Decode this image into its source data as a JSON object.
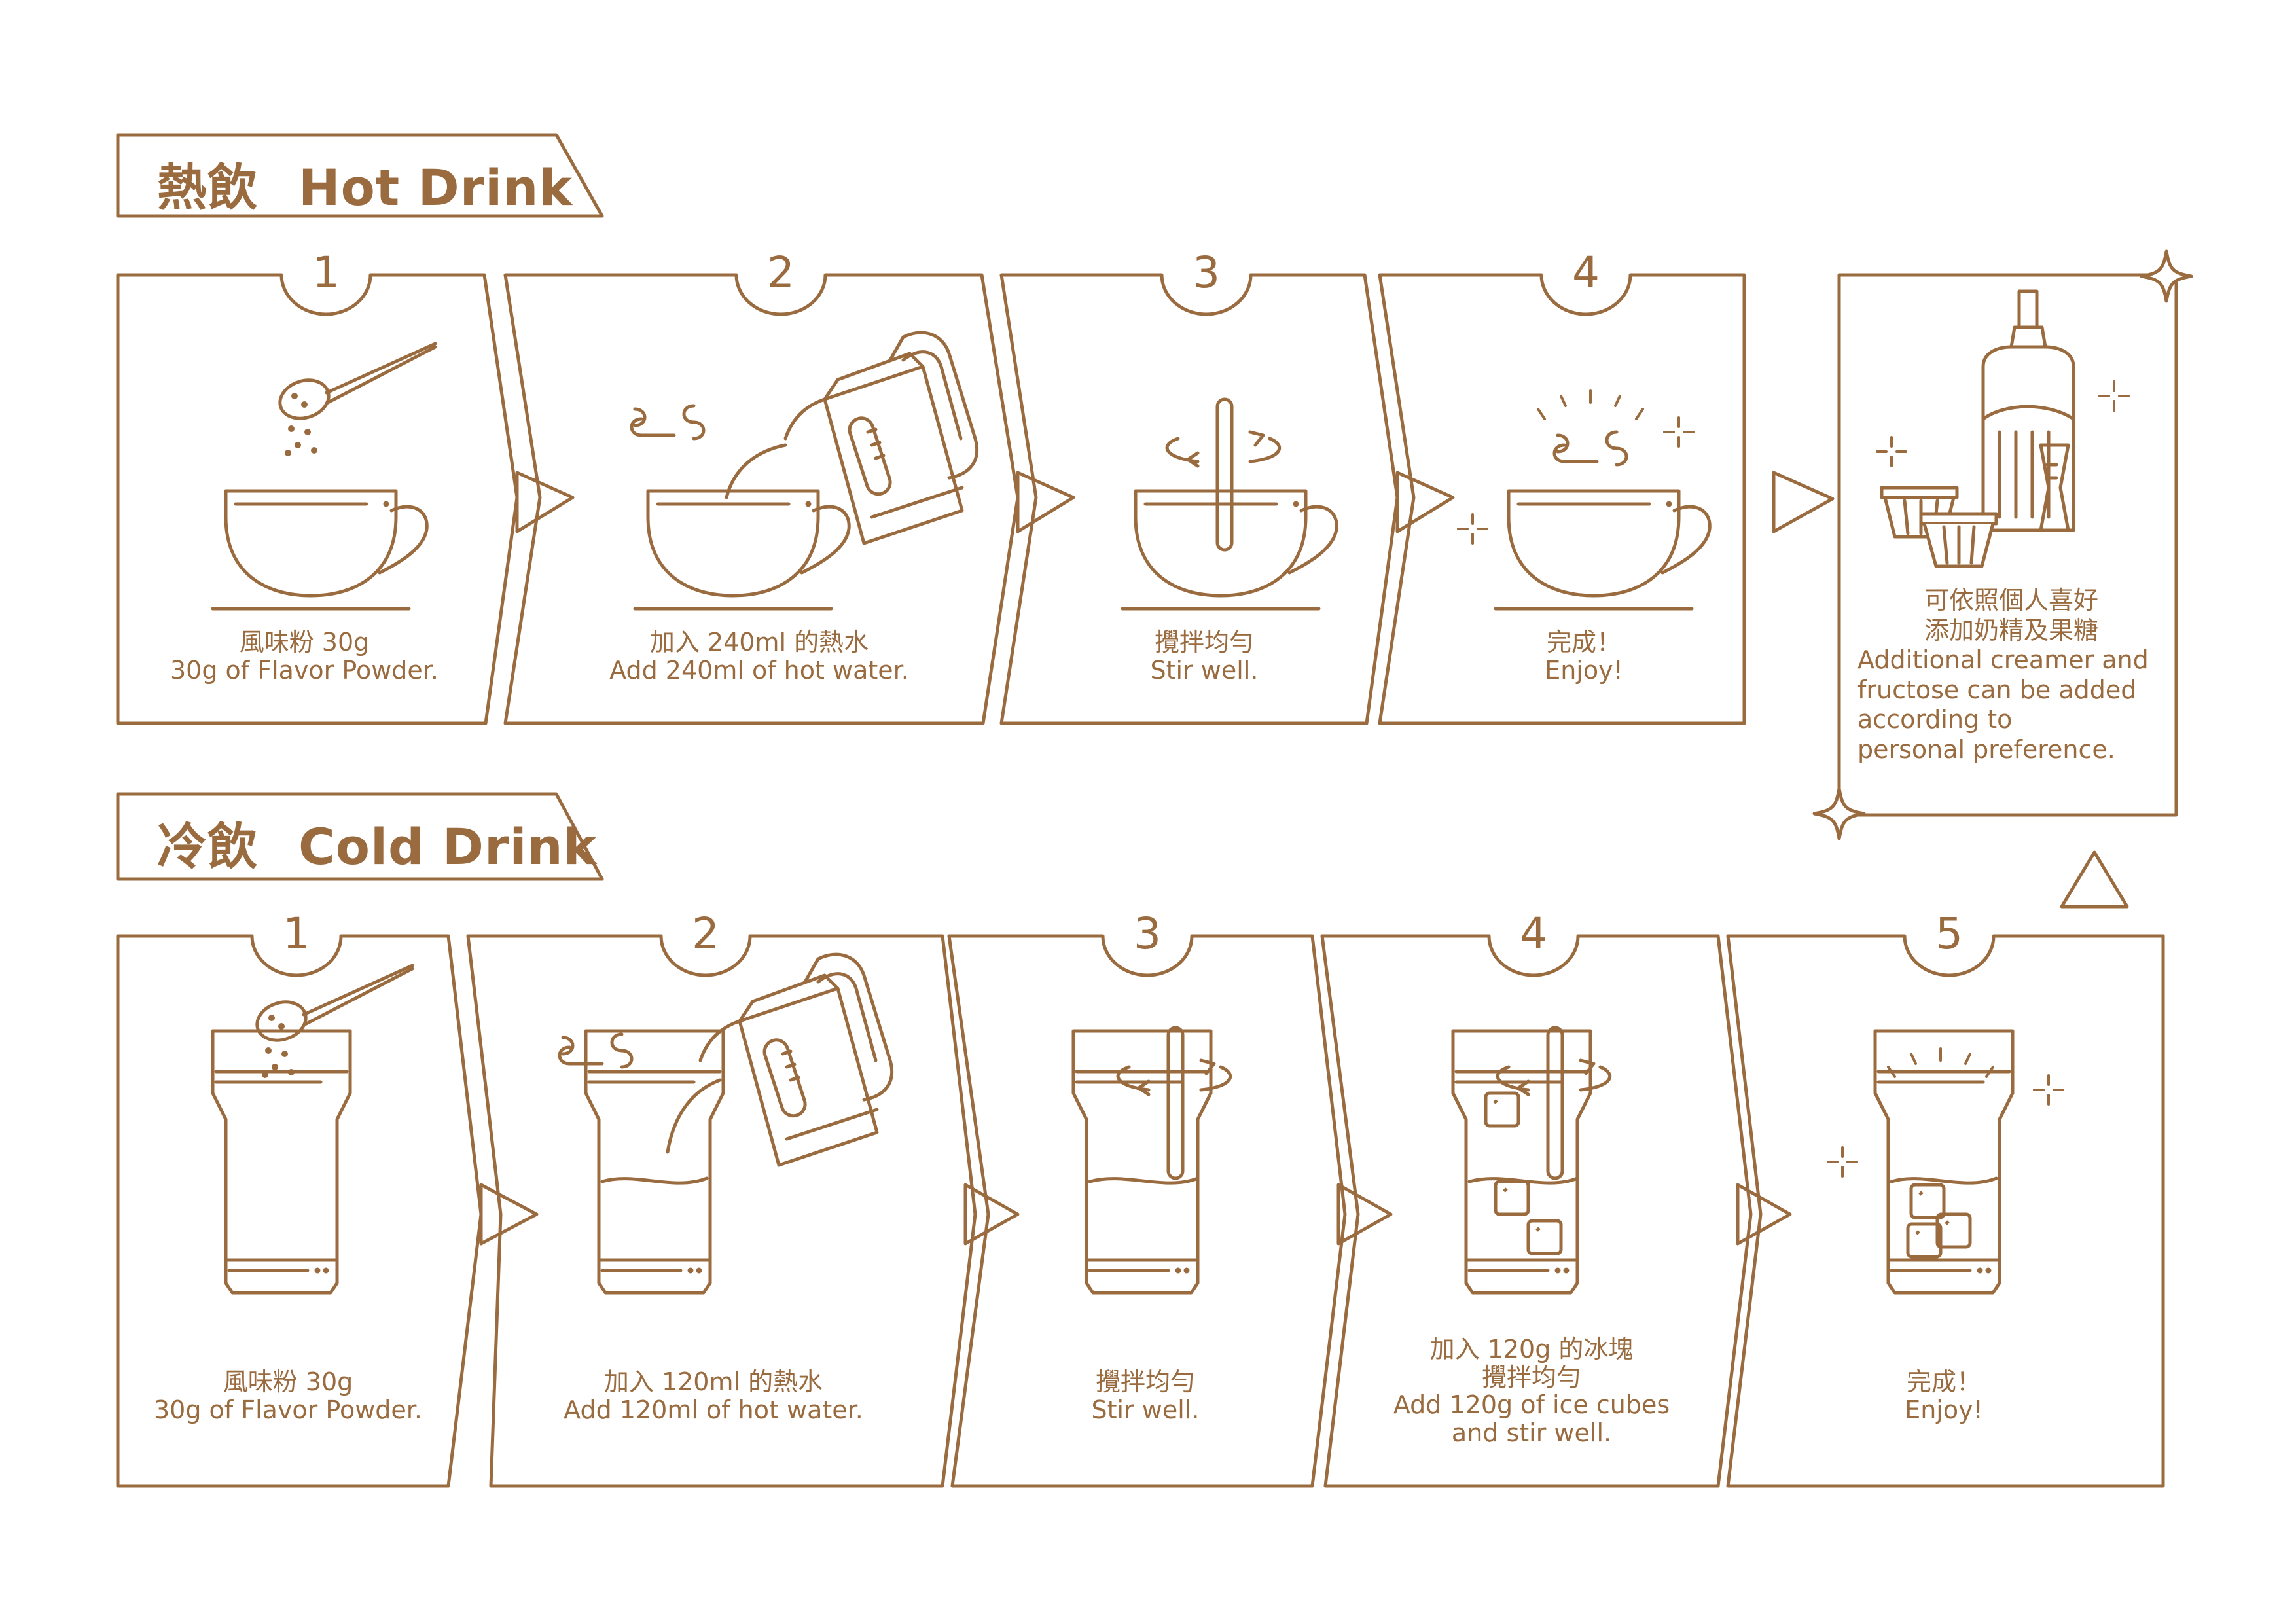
{
  "colors": {
    "line": "#9a6b3f",
    "background": "#ffffff"
  },
  "hot": {
    "title_zh": "熱飲",
    "title_en": "Hot Drink",
    "steps": [
      {
        "number": "1",
        "zh": "風味粉 30g",
        "en": "30g of Flavor Powder.",
        "icon": "cup-with-spoon-powder-icon"
      },
      {
        "number": "2",
        "zh": "加入 240ml 的熱水",
        "en": "Add 240ml of hot water.",
        "icon": "kettle-pouring-cup-icon"
      },
      {
        "number": "3",
        "zh": "攪拌均勻",
        "en": "Stir well.",
        "icon": "cup-stirring-icon"
      },
      {
        "number": "4",
        "zh": "完成！",
        "en": "Enjoy!",
        "icon": "steaming-cup-icon"
      }
    ]
  },
  "note": {
    "zh_line1": "可依照個人喜好",
    "zh_line2": "添加奶精及果糖",
    "en_line1": "Additional creamer and",
    "en_line2": "fructose can be added",
    "en_line3": "according to",
    "en_line4": "personal preference.",
    "icon": "syrup-bottle-creamer-cups-icon"
  },
  "cold": {
    "title_zh": "冷飲",
    "title_en": "Cold Drink",
    "steps": [
      {
        "number": "1",
        "zh": "風味粉 30g",
        "en": "30g of Flavor Powder.",
        "icon": "glass-with-spoon-powder-icon"
      },
      {
        "number": "2",
        "zh": "加入 120ml 的熱水",
        "en": "Add 120ml of hot water.",
        "icon": "kettle-pouring-glass-icon"
      },
      {
        "number": "3",
        "zh": "攪拌均勻",
        "en": "Stir well.",
        "icon": "glass-stirring-icon"
      },
      {
        "number": "4",
        "zh_line1": "加入 120g 的冰塊",
        "zh_line2": "攪拌均勻",
        "en_line1": "Add 120g of ice cubes",
        "en_line2": "and stir well.",
        "icon": "glass-ice-stirring-icon"
      },
      {
        "number": "5",
        "zh": "完成！",
        "en": "Enjoy!",
        "icon": "iced-glass-done-icon"
      }
    ]
  }
}
